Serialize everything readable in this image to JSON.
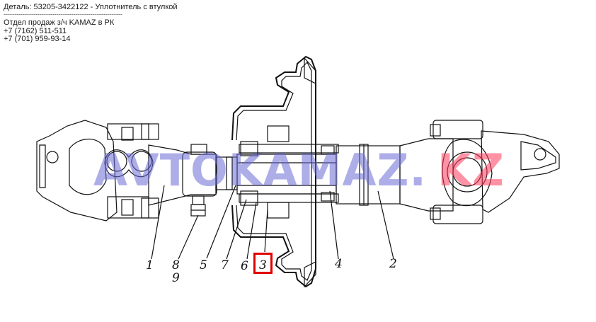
{
  "header": {
    "part_line": "Деталь: 53205-3422122 - Уплотнитель с втулкой",
    "separator": "--------------------------------------------------------",
    "dept_line": "Отдел продаж з/ч KAMAZ в РК",
    "phone1": "+7 (7162) 511-511",
    "phone2": "+7 (701) 959-93-14"
  },
  "watermark": {
    "main": "AVTOKAMAZ.",
    "suffix": "KZ"
  },
  "callouts": {
    "c1": "1",
    "c8": "8",
    "c9": "9",
    "c5": "5",
    "c7": "7",
    "c6": "6",
    "c3": "3",
    "c4": "4",
    "c2": "2"
  },
  "highlight": {
    "callout": "3",
    "color": "#e00000"
  }
}
